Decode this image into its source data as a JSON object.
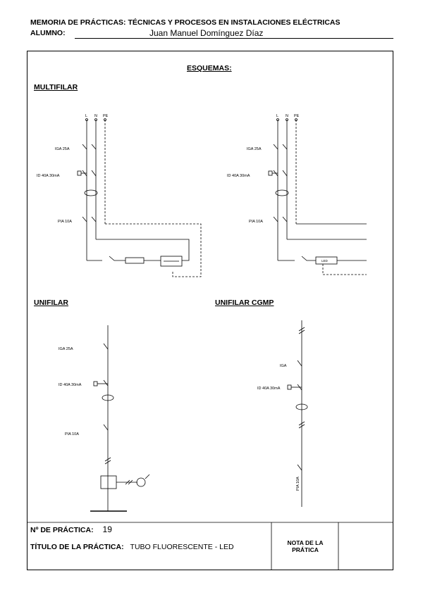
{
  "header": {
    "title": "MEMORIA DE PRÁCTICAS: TÉCNICAS Y PROCESOS EN INSTALACIONES ELÉCTRICAS",
    "alumno_label": "ALUMNO:",
    "alumno_name": "Juan Manuel Domínguez Díaz"
  },
  "sections": {
    "esquemas": "ESQUEMAS:",
    "multifilar": "MULTIFILAR",
    "unifilar": "UNIFILAR",
    "unifilar_cgmp": "UNIFILAR CGMP"
  },
  "diagram_labels": {
    "terminal_l": "L",
    "terminal_n": "N",
    "terminal_pe": "PE",
    "iga_25a": "IGA 25A",
    "id_40a_30ma": "ID 40A  30mA",
    "pia_10a": "PIA 10A",
    "iga": "IGA",
    "pia_10a_vertical": "PIA 10A",
    "led": "LED"
  },
  "footer": {
    "practica_label": "Nº DE PRÁCTICA:",
    "practica_value": "19",
    "titulo_label": "TÍTULO DE LA PRÁCTICA:",
    "titulo_value": "TUBO FLUORESCENTE - LED",
    "nota_line1": "NOTA DE LA",
    "nota_line2": "PRÁTICA"
  }
}
